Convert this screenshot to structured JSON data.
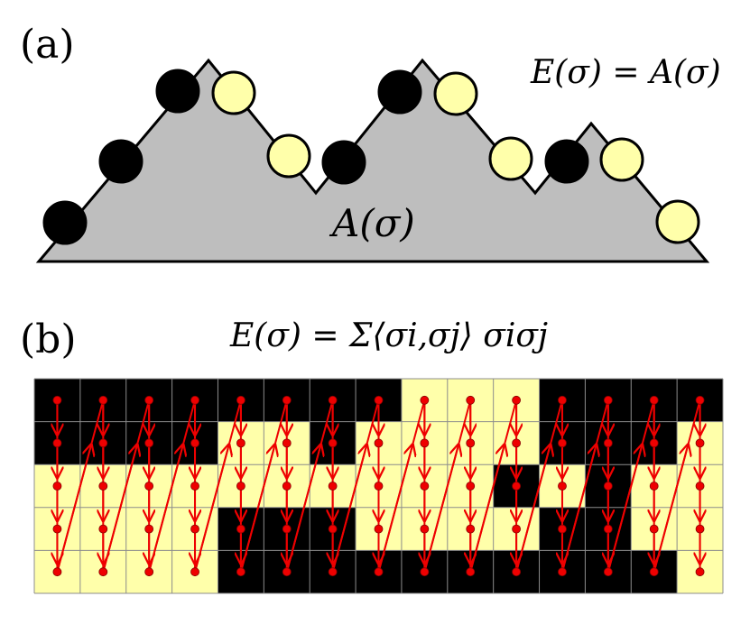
{
  "panel_a": {
    "label": "(a)",
    "equation": "E(σ) = A(σ)",
    "area_label": "A(σ)",
    "spins": [
      1,
      1,
      1,
      0,
      0,
      1,
      1,
      0,
      0,
      1,
      0,
      0
    ],
    "colors": {
      "black": "#000000",
      "yellow": "#ffffaa",
      "area": "#bebebe"
    }
  },
  "panel_b": {
    "label": "(b)",
    "equation": "E(σ) = Σ⟨σi,σj⟩ σiσj",
    "grid": [
      [
        1,
        1,
        1,
        1,
        1,
        1,
        1,
        1,
        0,
        0,
        0,
        1,
        1,
        1,
        1
      ],
      [
        1,
        1,
        1,
        1,
        0,
        0,
        1,
        0,
        0,
        0,
        0,
        1,
        1,
        1,
        0
      ],
      [
        0,
        0,
        0,
        0,
        0,
        0,
        0,
        0,
        0,
        0,
        1,
        0,
        1,
        0,
        0
      ],
      [
        0,
        0,
        0,
        0,
        1,
        1,
        1,
        0,
        0,
        0,
        0,
        1,
        1,
        0,
        0
      ],
      [
        0,
        0,
        0,
        0,
        1,
        1,
        1,
        1,
        1,
        1,
        1,
        1,
        1,
        1,
        0
      ]
    ],
    "colors": {
      "black": "#000000",
      "yellow": "#ffffaa",
      "path": "#ee0000",
      "grid": "#8c8c8c"
    }
  }
}
